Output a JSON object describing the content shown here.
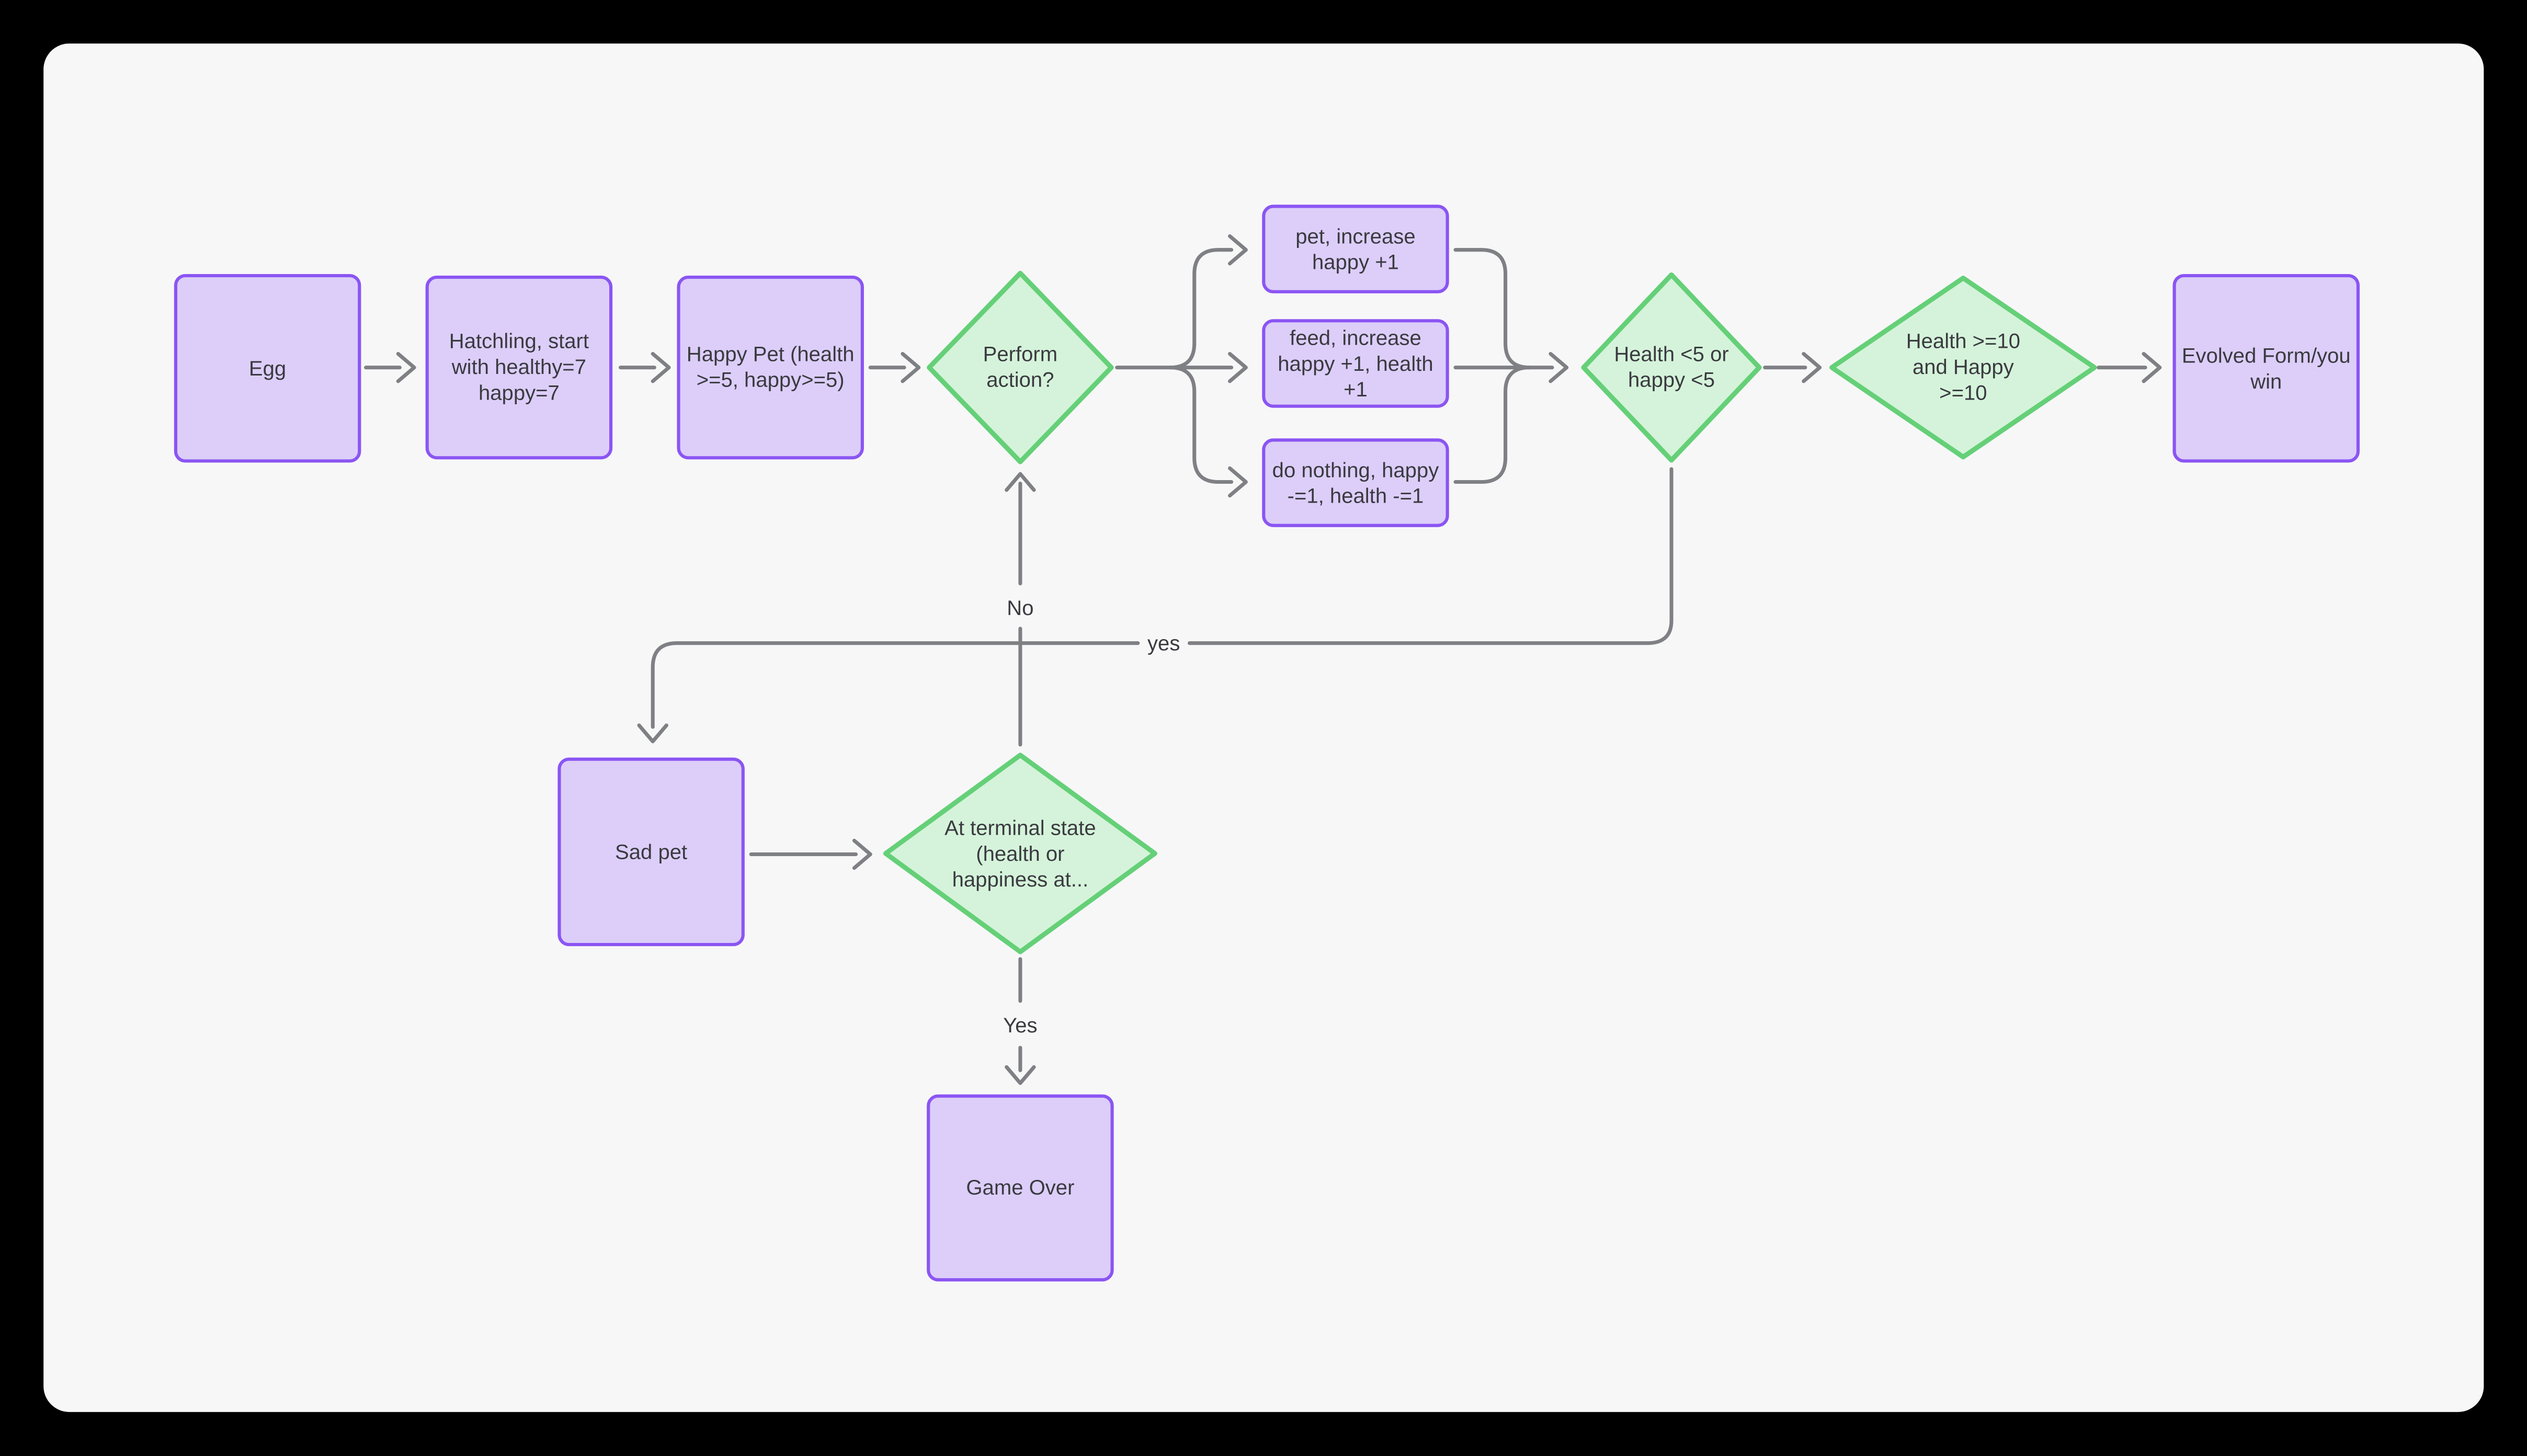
{
  "colors": {
    "frame": "#000000",
    "canvas": "#f7f7f8",
    "process_fill": "#dccef9",
    "process_border": "#8b55f3",
    "decision_fill": "#d5f3da",
    "decision_border": "#65d078",
    "connector": "#7f8084",
    "text": "#3a3a40"
  },
  "nodes": {
    "egg": {
      "type": "process",
      "label": "Egg"
    },
    "hatchling": {
      "type": "process",
      "label": "Hatchling, start with healthy=7 happy=7"
    },
    "happy_pet": {
      "type": "process",
      "label": "Happy Pet (health >=5, happy>=5)"
    },
    "perform_action": {
      "type": "decision",
      "label": "Perform action?"
    },
    "pet_action": {
      "type": "process",
      "label": "pet, increase happy +1"
    },
    "feed_action": {
      "type": "process",
      "label": "feed, increase happy +1, health +1"
    },
    "do_nothing_action": {
      "type": "process",
      "label": "do nothing, happy -=1, health -=1"
    },
    "health_low": {
      "type": "decision",
      "label": "Health <5 or happy <5"
    },
    "health_high": {
      "type": "decision",
      "label": "Health >=10 and Happy >=10"
    },
    "evolved_form": {
      "type": "process",
      "label": "Evolved Form/you win"
    },
    "sad_pet": {
      "type": "process",
      "label": "Sad pet"
    },
    "terminal_state": {
      "type": "decision",
      "label": "At terminal state (health or happiness at..."
    },
    "game_over": {
      "type": "process",
      "label": "Game Over"
    }
  },
  "edge_labels": {
    "no": "No",
    "yes_lowercase": "yes",
    "yes_capital": "Yes"
  }
}
